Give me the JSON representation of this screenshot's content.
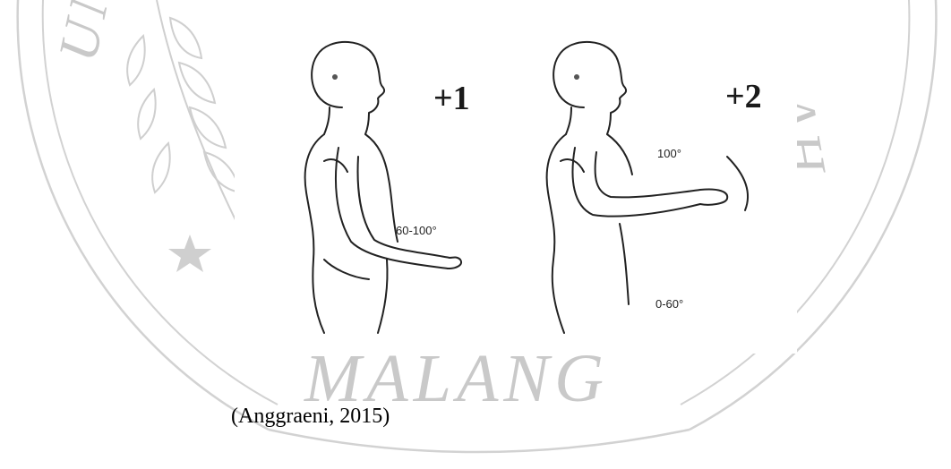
{
  "figure": {
    "left_panel": {
      "score": "+1",
      "angle_label": "60-100°"
    },
    "right_panel": {
      "score": "+2",
      "upper_angle_label": "100°",
      "lower_angle_label": "0-60°"
    }
  },
  "watermark": {
    "bottom_text": "MALANG",
    "left_text": "UNI",
    "right_text": "AH"
  },
  "caption": "(Anggraeni, 2015)"
}
